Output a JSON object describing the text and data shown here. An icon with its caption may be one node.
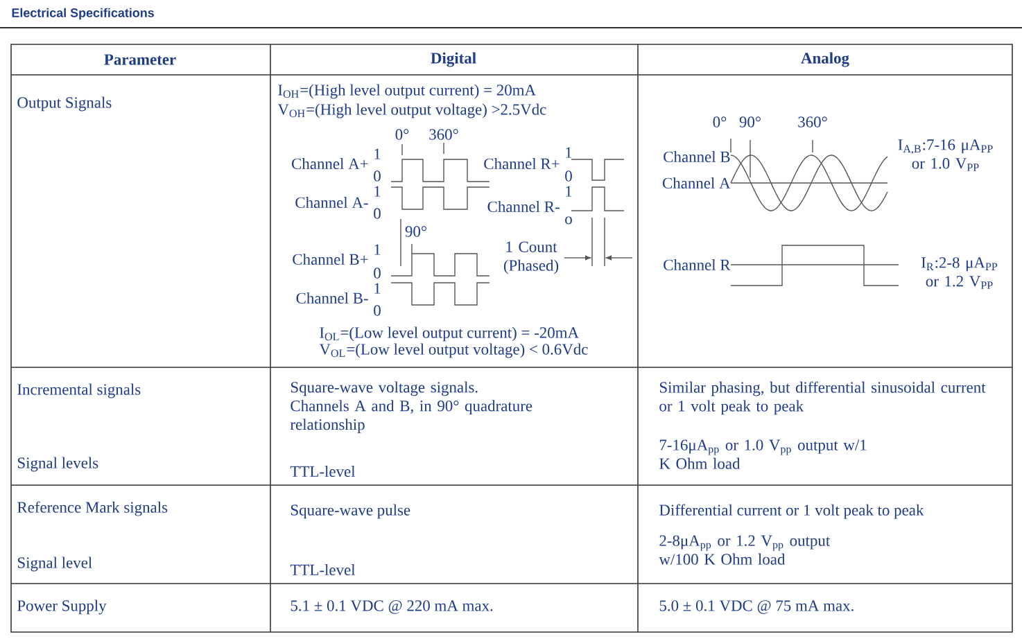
{
  "diagram": {
    "title": "Electrical Specifications",
    "labels": [
      "Parameter",
      "Digital",
      "Analog",
      "Output Signals",
      "I$_{OH}$=(High level output current) = 20mA",
      "V$_{OH}$=(High level output voltage) >2.5Vdc",
      "0°",
      "360°",
      "Channel A+",
      "1",
      "0",
      "Channel A-",
      "1",
      "0",
      "90°",
      "Channel B+",
      "1",
      "0",
      "Channel B-",
      "1",
      "0",
      "Channel R+",
      "1",
      "0",
      "Channel R-",
      "1",
      "o",
      "1 Count (Phased)",
      "I$_{OL}$=(Low level output current) = -20mA",
      "V$_{OL}$=(Low level output voltage) < 0.6Vdc",
      "0°",
      "90°",
      "360°",
      "Channel B",
      "Channel A",
      "I$_{A,B}$:7-16 μA$_{PP}$ or 1.0 V$_{PP}$",
      "Channel R",
      "I$_{R}$:2-8 μA$_{PP}$ or 1.2 V$_{PP}$",
      "Incremental signals",
      "Square-wave voltage signals. Channels A and B, in 90° quadrature relationship",
      "Similar phasing, but differential sinusoidal current or 1 volt peak to peak",
      "Signal levels",
      "TTL-level",
      "7-16μA$_{pp}$ or 1.0 V$_{pp}$ output w/1 K Ohm load",
      "Reference Mark signals",
      "Square-wave pulse",
      "Differential current  or 1 volt peak to peak",
      "Signal level",
      "TTL-level",
      "2-8μA$_{pp}$ or 1.2 V$_{pp}$ output w/100 K Ohm load",
      "Power Supply",
      "5.1 ± 0.1 VDC @ 220 mA max.",
      "5.0 ± 0.1 VDC @ 75 mA max."
    ]
  }
}
